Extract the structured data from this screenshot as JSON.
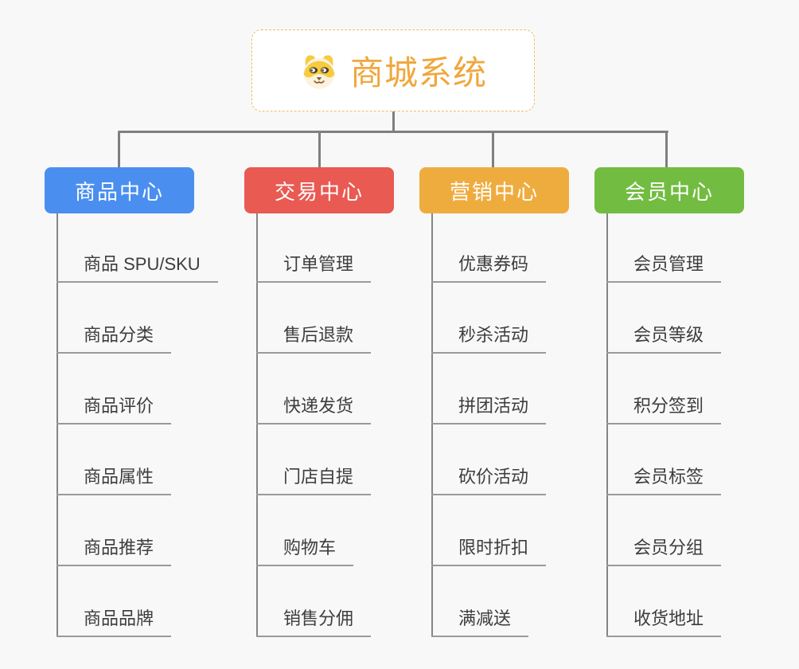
{
  "canvas": {
    "background": "#f8f8f8",
    "connector_color": "#7f7f7f"
  },
  "root": {
    "title": "商城系统",
    "icon": "dog-face-icon",
    "text_color": "#f0a73d",
    "border_color": "#f2bb66"
  },
  "branches": [
    {
      "label": "商品中心",
      "color": "#4a8fef",
      "children": [
        "商品 SPU/SKU",
        "商品分类",
        "商品评价",
        "商品属性",
        "商品推荐",
        "商品品牌"
      ]
    },
    {
      "label": "交易中心",
      "color": "#e85a52",
      "children": [
        "订单管理",
        "售后退款",
        "快递发货",
        "门店自提",
        "购物车",
        "销售分佣"
      ]
    },
    {
      "label": "营销中心",
      "color": "#efac3e",
      "children": [
        "优惠券码",
        "秒杀活动",
        "拼团活动",
        "砍价活动",
        "限时折扣",
        "满减送"
      ]
    },
    {
      "label": "会员中心",
      "color": "#72bd41",
      "children": [
        "会员管理",
        "会员等级",
        "积分签到",
        "会员标签",
        "会员分组",
        "收货地址"
      ]
    }
  ]
}
